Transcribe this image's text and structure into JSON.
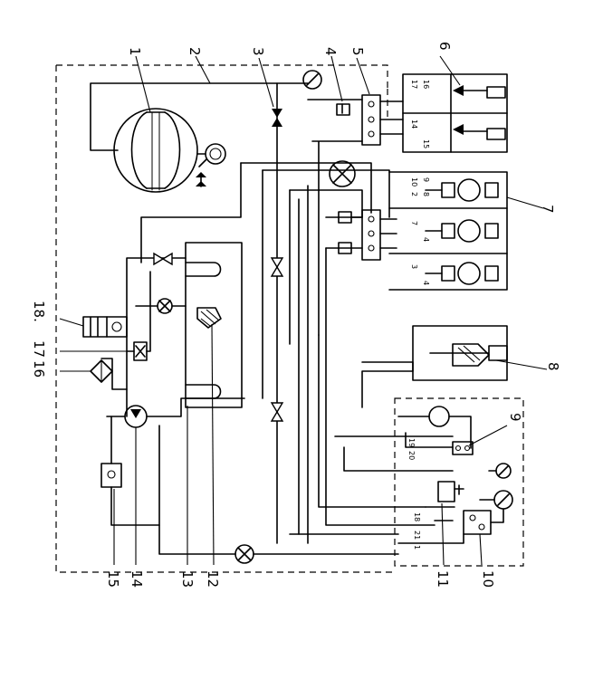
{
  "callouts": [
    {
      "id": "c1",
      "label": "1"
    },
    {
      "id": "c2",
      "label": "2"
    },
    {
      "id": "c3",
      "label": "3"
    },
    {
      "id": "c4",
      "label": "4"
    },
    {
      "id": "c5",
      "label": "5"
    },
    {
      "id": "c6",
      "label": "6"
    },
    {
      "id": "c7",
      "label": "7"
    },
    {
      "id": "c8",
      "label": "8"
    },
    {
      "id": "c9",
      "label": "9"
    },
    {
      "id": "c10",
      "label": "10"
    },
    {
      "id": "c11",
      "label": "11"
    },
    {
      "id": "c12",
      "label": "12"
    },
    {
      "id": "c13",
      "label": "13"
    },
    {
      "id": "c14",
      "label": "14"
    },
    {
      "id": "c15",
      "label": "15"
    },
    {
      "id": "c16",
      "label": "16"
    },
    {
      "id": "c17",
      "label": "17"
    },
    {
      "id": "c18",
      "label": "18."
    }
  ],
  "port_labels": {
    "p17": "17",
    "p16": "16",
    "p14": "14",
    "p15": "15",
    "p10": "10",
    "p2a": "2",
    "p9": "9",
    "p8": "8",
    "p7": "7",
    "p4a": "4",
    "p3": "3",
    "p4b": "4",
    "p19": "19",
    "p20": "20",
    "p18": "18",
    "p21": "21",
    "p1": "1"
  }
}
